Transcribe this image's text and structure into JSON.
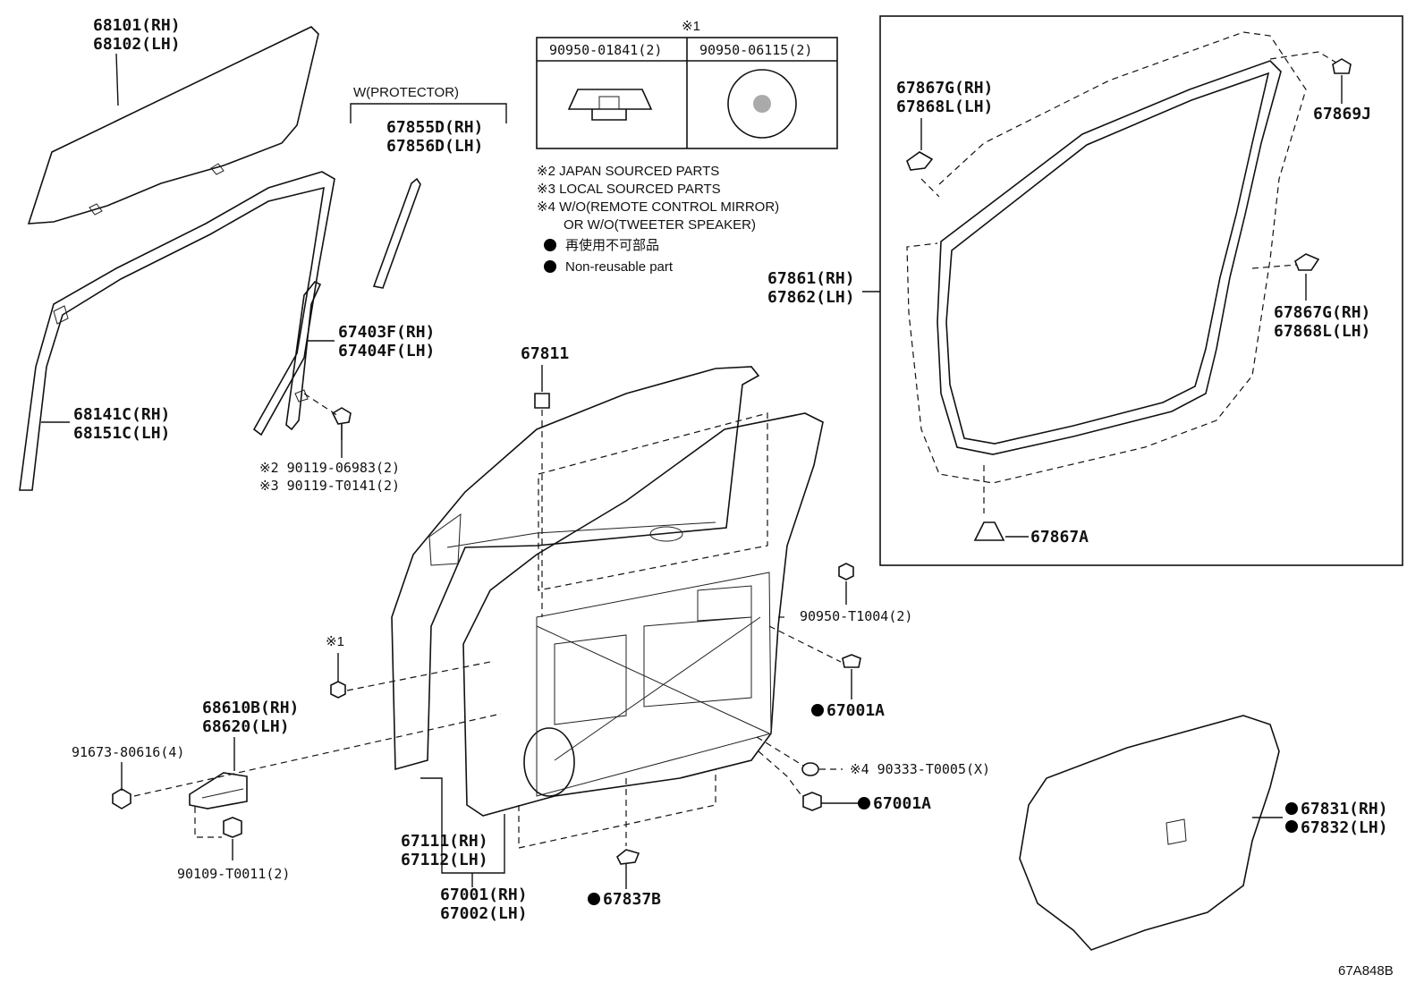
{
  "labels": {
    "glass": [
      "68101(RH)",
      "68102(LH)"
    ],
    "run": [
      "68141C(RH)",
      "68151C(LH)"
    ],
    "protector_header": "W(PROTECTOR)",
    "protector": [
      "67855D(RH)",
      "67856D(LH)"
    ],
    "channel": [
      "67403F(RH)",
      "67404F(LH)"
    ],
    "bolt": [
      "※2 90119-06983(2)",
      "※3 90119-T0141(2)"
    ],
    "note_ref": "※1",
    "plug_a": "90950-01841(2)",
    "plug_b": "90950-06115(2)",
    "notes": [
      "※2 JAPAN SOURCED PARTS",
      "※3 LOCAL SOURCED PARTS",
      "※4 W/O(REMOTE CONTROL MIRROR)",
      "OR W/O(TWEETER SPEAKER)"
    ],
    "legend_jp": "再使用不可部品",
    "legend_en": "Non-reusable part",
    "p67811": "67811",
    "plug_t1004": "90950-T1004(2)",
    "p67001a": "67001A",
    "p90333": "※4 90333-T0005(X)",
    "p67837b": "67837B",
    "door": [
      "67111(RH)",
      "67112(LH)"
    ],
    "door_assy": [
      "67001(RH)",
      "67002(LH)"
    ],
    "check": [
      "68610B(RH)",
      "68620(LH)"
    ],
    "check_bolt": "91673-80616(4)",
    "check_screw": "90109-T0011(2)",
    "weather": [
      "67861(RH)",
      "67862(LH)"
    ],
    "clip_g": [
      "67867G(RH)",
      "67868L(LH)"
    ],
    "clip_j": "67869J",
    "clip_a": "67867A",
    "cover": [
      "67831(RH)",
      "67832(LH)"
    ],
    "diagram_code": "67A848B"
  }
}
